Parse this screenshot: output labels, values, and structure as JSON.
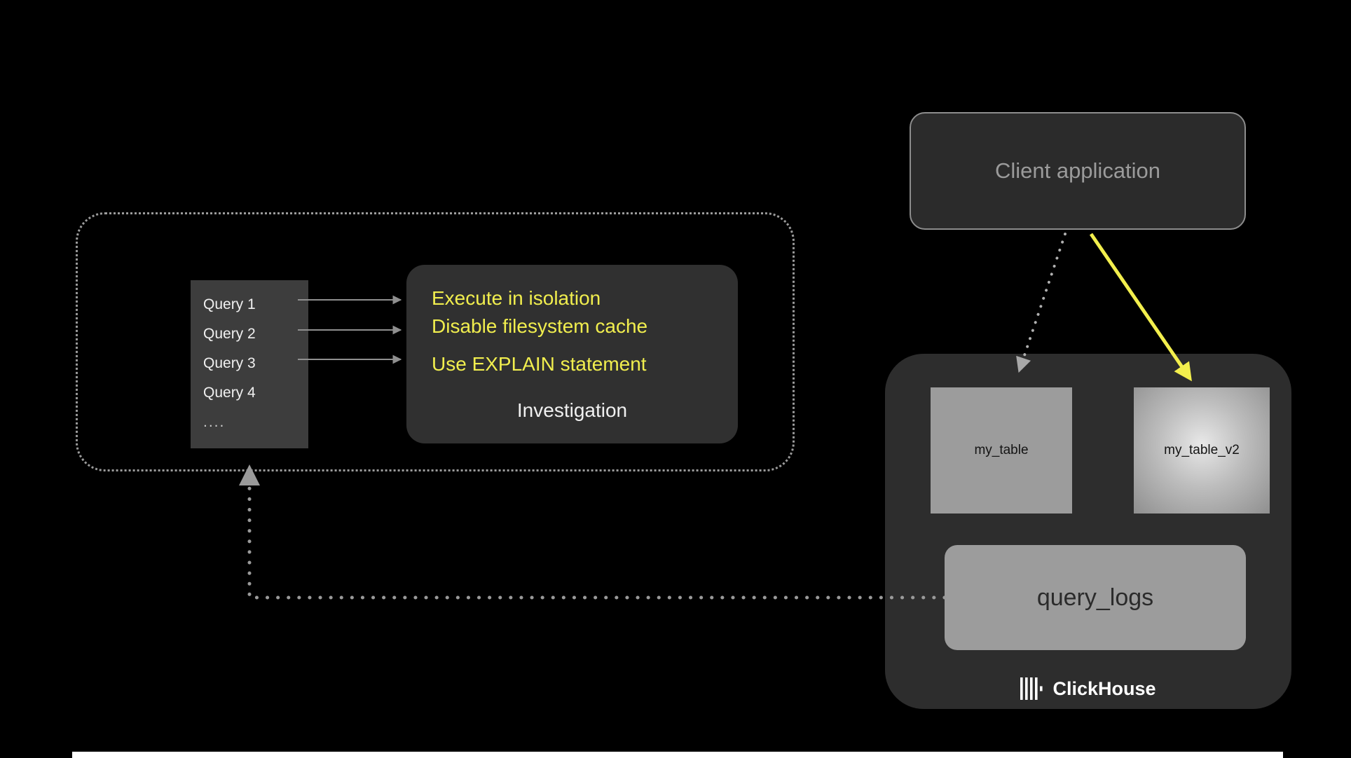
{
  "client_box": {
    "label": "Client application"
  },
  "queries": {
    "items": [
      "Query 1",
      "Query 2",
      "Query 3",
      "Query 4",
      "...."
    ]
  },
  "investigation": {
    "lines": [
      "Execute in isolation",
      "Disable filesystem cache",
      "Use EXPLAIN statement"
    ],
    "caption": "Investigation"
  },
  "clickhouse": {
    "table_left": "my_table",
    "table_right": "my_table_v2",
    "query_logs": "query_logs",
    "brand": "ClickHouse"
  },
  "colors": {
    "accent_yellow": "#f3ef4d",
    "connector_gray": "#9a9a9a",
    "background": "#000000"
  }
}
